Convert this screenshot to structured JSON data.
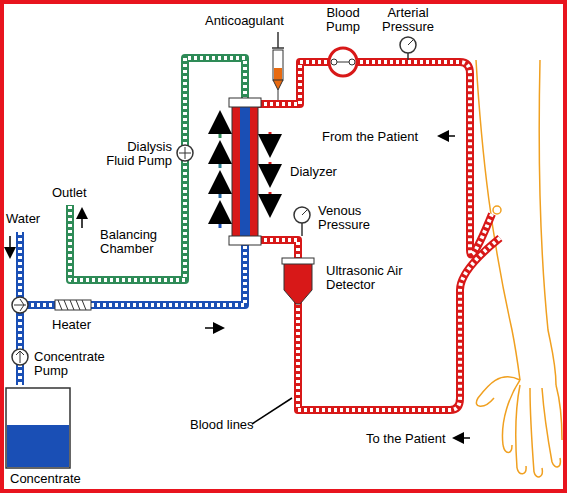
{
  "diagram": {
    "labels": [
      "Anticoagulant",
      "Blood Pump",
      "Arterial Pressure",
      "From the Patient",
      "Dialysis Fluid Pump",
      "Dialyzer",
      "Venous Pressure",
      "Ultrasonic Air Detector",
      "Outlet",
      "Water",
      "Balancing Chamber",
      "Heater",
      "Concentrate Pump",
      "Concentrate",
      "Blood lines",
      "To the Patient"
    ]
  }
}
